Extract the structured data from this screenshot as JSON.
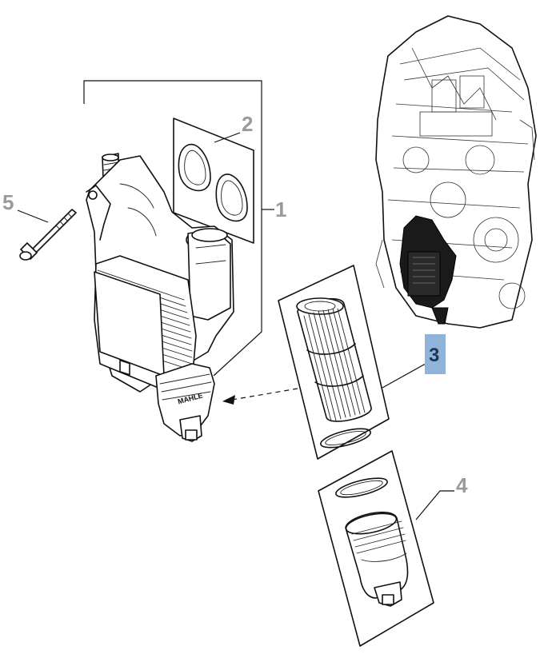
{
  "callouts": {
    "c1": "1",
    "c2": "2",
    "c3": "3",
    "c4": "4",
    "c5": "5"
  },
  "housing_brand": "MAHLE",
  "colors": {
    "callout_text": "#9a9a9a",
    "highlight_fill": "#8fb3d9",
    "highlight_text": "#1f3550",
    "ink": "#111111"
  }
}
